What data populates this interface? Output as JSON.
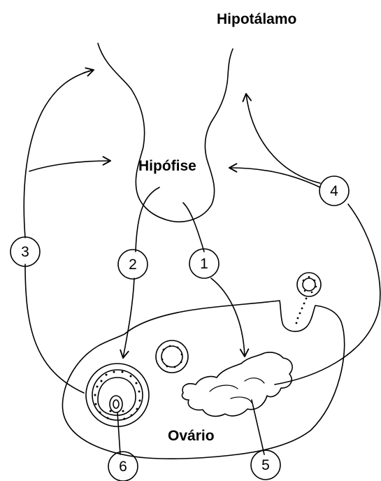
{
  "labels": {
    "hypothalamus": "Hipotálamo",
    "pituitary": "Hipófise",
    "ovary": "Ovário"
  },
  "markers": [
    "1",
    "2",
    "3",
    "4",
    "5",
    "6"
  ]
}
